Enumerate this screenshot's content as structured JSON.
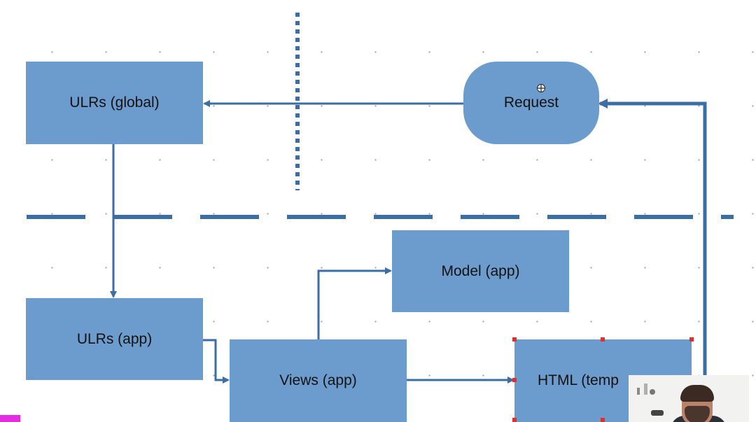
{
  "nodes": {
    "urls_global": "ULRs (global)",
    "request": "Request",
    "urls_app": "ULRs (app)",
    "model_app": "Model (app)",
    "views_app": "Views (app)",
    "html_templates": "HTML (temp"
  },
  "colors": {
    "box_fill": "#6c9ccd",
    "line": "#3a6ea5",
    "selection_handle": "#e0302a",
    "corner_marker": "#e52ce0"
  },
  "icons": {
    "move_cursor": "move-cursor-icon"
  }
}
